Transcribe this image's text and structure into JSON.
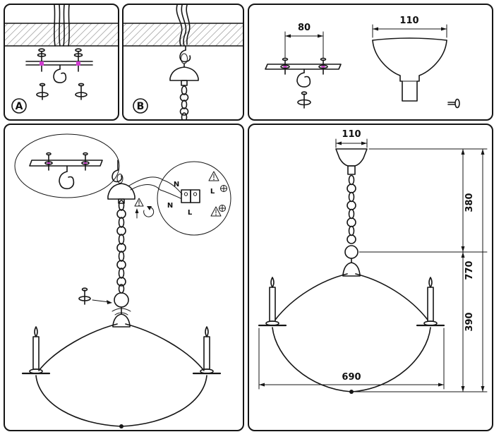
{
  "colors": {
    "magenta": "#cf3ccf"
  },
  "panel_a": {
    "label": "A"
  },
  "panel_b": {
    "label": "B"
  },
  "panel_dims": {
    "hole_spacing": "80",
    "canopy_width": "110"
  },
  "panel_assembly": {
    "labels": {
      "n_wire": "N",
      "l_wire": "L",
      "n_term": "N",
      "l_term": "L"
    }
  },
  "panel_chandelier": {
    "canopy_width": "110",
    "chain_drop": "380",
    "overall_height": "770",
    "body_height": "390",
    "overall_width": "690"
  }
}
